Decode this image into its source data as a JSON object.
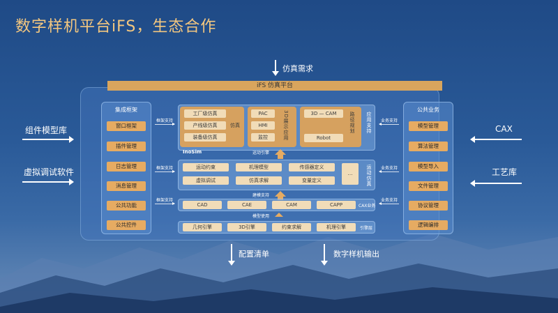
{
  "title": "数字样机平台iFS，生态合作",
  "top_input": "仿真需求",
  "platform_title": "iFS 仿真平台",
  "left_external": [
    "组件模型库",
    "虚拟调试软件"
  ],
  "right_external": [
    "CAX",
    "工艺库"
  ],
  "bottom_outputs": [
    "配置清单",
    "数字样机输出"
  ],
  "integration": {
    "title": "集成框架",
    "items": [
      "窗口框架",
      "插件管理",
      "日志管理",
      "消息管理",
      "公共功能",
      "公共控件"
    ]
  },
  "public_business": {
    "title": "公共业务",
    "items": [
      "模型管理",
      "算法管理",
      "模型导入",
      "文件管理",
      "协议管理",
      "逻辑编排"
    ]
  },
  "framework_support": [
    "框架支持",
    "框架支持",
    "框架支持"
  ],
  "business_support": [
    "业务支持",
    "业务支持",
    "业务支持"
  ],
  "simulation": {
    "items": [
      "工厂级仿真",
      "产线级仿真",
      "装备级仿真"
    ],
    "label": "仿真",
    "brand": "InoSim"
  },
  "display_3d": {
    "items": [
      "PAC",
      "HMI",
      "监控"
    ],
    "label": "3D展示应用"
  },
  "robot": {
    "items": [
      "3D — CAM",
      "Robot"
    ],
    "label": "路径规划"
  },
  "app_support": "应用支持",
  "motion_engine_label": "运动引擎",
  "motion_sim": {
    "row1": [
      "运动约束",
      "机理模型",
      "传感器定义"
    ],
    "row2": [
      "虚拟调试",
      "仿真求解",
      "变量定义"
    ],
    "more": "…",
    "label": "运动仿真"
  },
  "modeling_support": "建模支持",
  "cax": {
    "items": [
      "CAD",
      "CAE",
      "CAM",
      "CAPP"
    ],
    "label": "CAX业务"
  },
  "model_usage": "模型使用",
  "engines": {
    "items": [
      "几何引擎",
      "3D引擎",
      "约束求解",
      "机理引擎"
    ],
    "label": "引擎层"
  },
  "colors": {
    "title": "#f4c77f",
    "orange": "#e6ab62",
    "gold_panel": "#d6a15f",
    "beige": "#f1dcb8",
    "bar": "#d9a55d"
  },
  "icons": [
    "arrow-right-icon",
    "arrow-left-icon",
    "arrow-down-icon",
    "up-arrow-icon"
  ]
}
